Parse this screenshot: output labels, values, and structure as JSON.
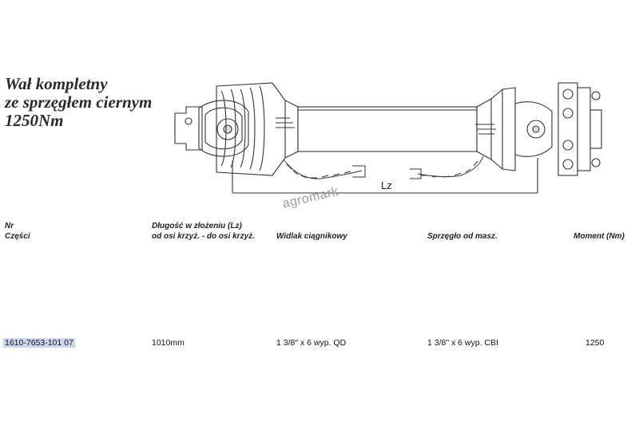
{
  "title": {
    "line1": "Wał kompletny",
    "line2": "ze sprzęgłem ciernym",
    "line3": "1250Nm"
  },
  "drawing": {
    "dimension_label": "Lz"
  },
  "watermark": "agromark",
  "table": {
    "headers": {
      "nr_line1": "Nr",
      "nr_line2": "Części",
      "length_line1": "Długość w złożeniu (Lz)",
      "length_line2": "od osi krzyż. - do osi krzyż.",
      "tractor_yoke": "Widlak ciągnikowy",
      "clutch": "Sprzęgło od masz.",
      "torque": "Moment (Nm)"
    },
    "rows": [
      {
        "part_no": "1610-7653-101 07",
        "length": "1010mm",
        "tractor_yoke": "1 3/8\" x 6 wyp. QD",
        "clutch": "1 3/8\" x 6 wyp. CBI",
        "torque": "1250"
      }
    ]
  }
}
